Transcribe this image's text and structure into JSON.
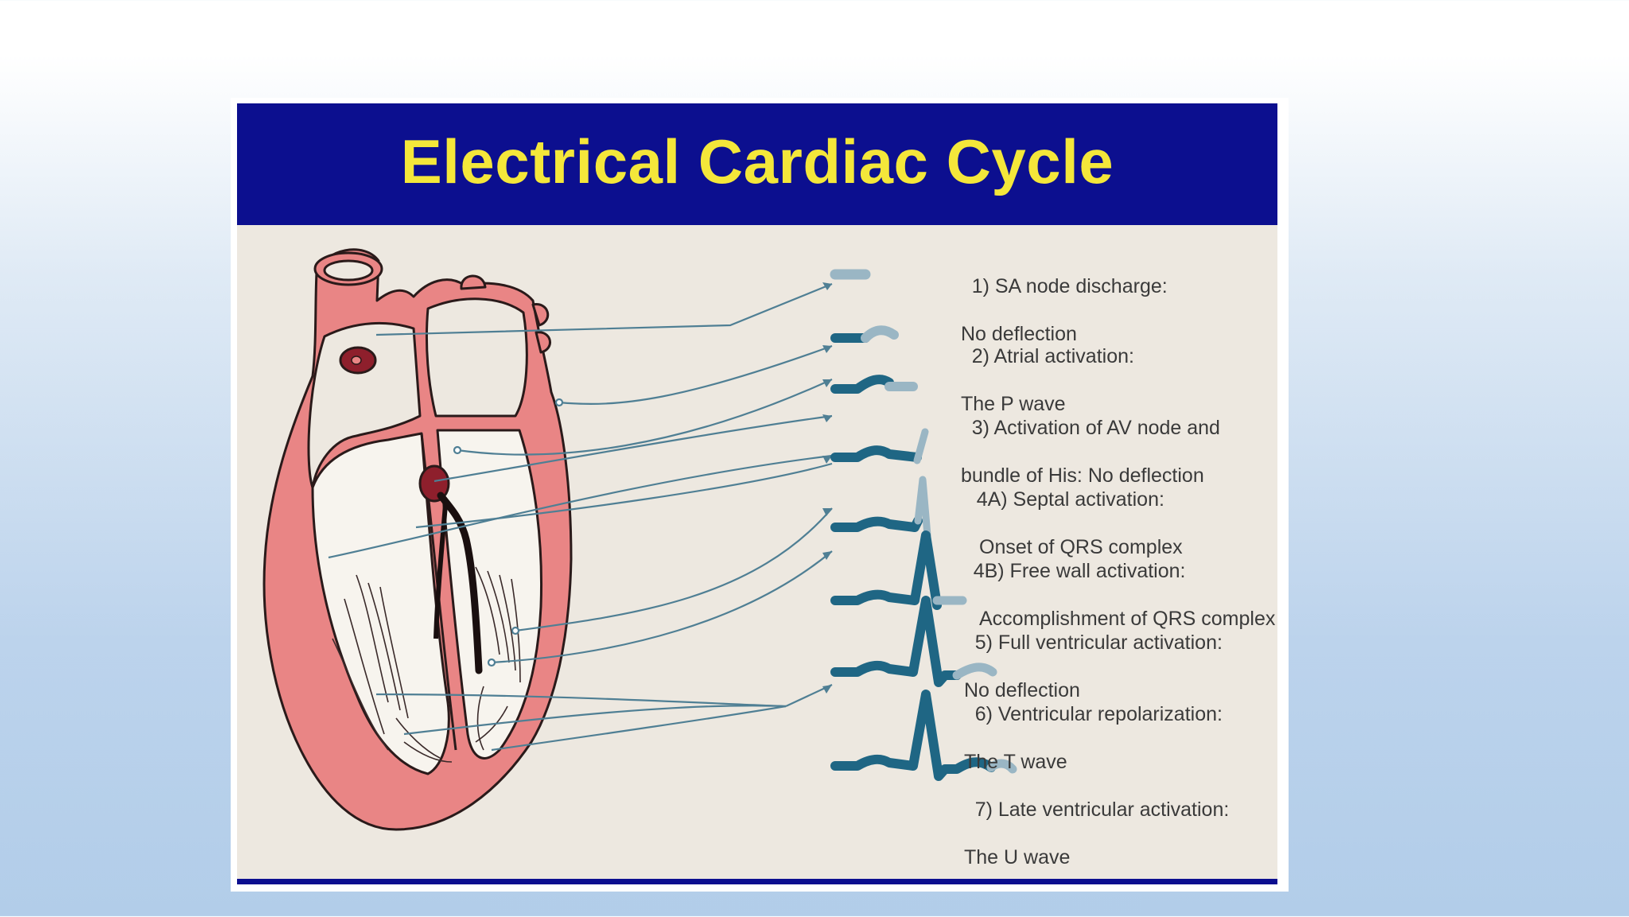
{
  "title": "Electrical Cardiac Cycle",
  "colors": {
    "title_bar": "#0c0f8f",
    "title_text": "#f4e73a",
    "panel": "#ede8e0",
    "heart_muscle": "#e98585",
    "heart_outline": "#2a1a1a",
    "trace_dark": "#1f6684",
    "trace_light": "#9ab6c4"
  },
  "steps": [
    {
      "num": "1)",
      "line1": "SA node discharge:",
      "line2": "No deflection"
    },
    {
      "num": "2)",
      "line1": "Atrial activation:",
      "line2": "The P wave"
    },
    {
      "num": "3)",
      "line1": "Activation of AV node and",
      "line2": "bundle of His: No deflection"
    },
    {
      "num": "4A)",
      "line1": "Septal activation:",
      "line2": "Onset of QRS complex"
    },
    {
      "num": "4B)",
      "line1": "Free wall activation:",
      "line2": "Accomplishment of QRS complex"
    },
    {
      "num": "5)",
      "line1": "Full ventricular activation:",
      "line2": "No deflection"
    },
    {
      "num": "6)",
      "line1": "Ventricular repolarization:",
      "line2": "The T wave"
    },
    {
      "num": "7)",
      "line1": "Late ventricular activation:",
      "line2": "The U wave"
    }
  ]
}
